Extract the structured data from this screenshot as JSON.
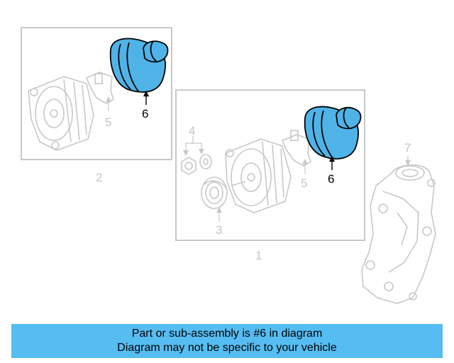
{
  "callouts": {
    "c1": "1",
    "c2": "2",
    "c3": "3",
    "c4": "4",
    "c5a": "5",
    "c5b": "5",
    "c6a": "6",
    "c6b": "6",
    "c7": "7"
  },
  "banner": {
    "line1": "Part or sub-assembly is #6 in diagram",
    "line2": "Diagram may not be specific to your vehicle"
  },
  "colors": {
    "highlight": "#4fb3e8",
    "banner": "#56bdf2",
    "line_gray": "#c8c8c8"
  }
}
